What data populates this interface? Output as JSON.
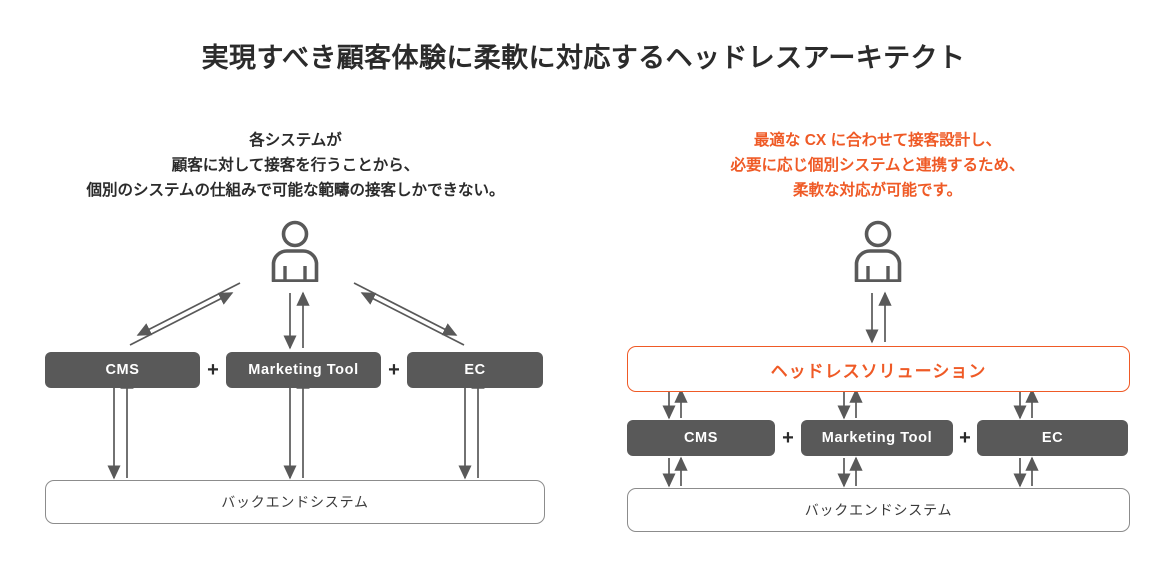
{
  "title": "実現すべき顧客体験に柔軟に対応するヘッドレスアーキテクト",
  "colors": {
    "accent": "#ef5a26",
    "box_fill": "#595959",
    "box_text": "#ffffff",
    "outline_stroke": "#8c8c8c",
    "arrow": "#595959",
    "title_text": "#2b2b2b",
    "background": "#ffffff"
  },
  "left_panel": {
    "caption": {
      "color": "#2b2b2b",
      "lines": [
        "各システムが",
        "顧客に対して接客を行うことから、",
        "個別のシステムの仕組みで可能な範疇の接客しかできない。"
      ]
    },
    "person_icon": "person-icon",
    "systems": [
      {
        "label": "CMS"
      },
      {
        "label": "Marketing Tool"
      },
      {
        "label": "EC"
      }
    ],
    "separators": [
      "+",
      "+"
    ],
    "backend": {
      "label": "バックエンドシステム"
    }
  },
  "right_panel": {
    "caption": {
      "color": "#ef5a26",
      "lines": [
        "最適な CX に合わせて接客設計し、",
        "必要に応じ個別システムと連携するため、",
        "柔軟な対応が可能です。"
      ]
    },
    "person_icon": "person-icon",
    "headless": {
      "label": "ヘッドレスソリューション"
    },
    "systems": [
      {
        "label": "CMS"
      },
      {
        "label": "Marketing Tool"
      },
      {
        "label": "EC"
      }
    ],
    "separators": [
      "+",
      "+"
    ],
    "backend": {
      "label": "バックエンドシステム"
    }
  }
}
